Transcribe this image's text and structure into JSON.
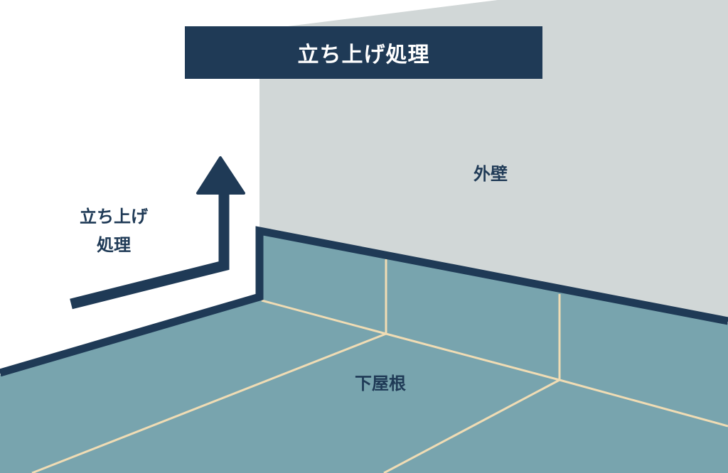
{
  "title": "立ち上げ処理",
  "labels": {
    "wall": "外壁",
    "upturn_line1": "立ち上げ",
    "upturn_line2": "処理",
    "lower_roof": "下屋根"
  },
  "colors": {
    "dark_navy": "#1f3a56",
    "wall_gray": "#d1d7d7",
    "roof_teal": "#78a4ae",
    "seam_beige": "#f0dcb4"
  }
}
